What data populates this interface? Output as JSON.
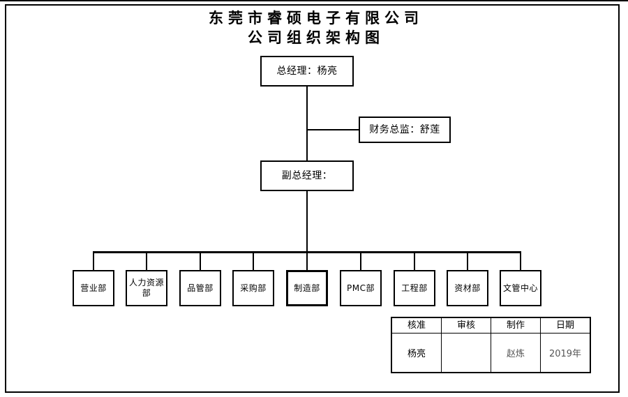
{
  "document": {
    "title_line1": "东莞市睿硕电子有限公司",
    "title_line2": "公司组织架构图"
  },
  "org_chart": {
    "type": "diagram",
    "nodes": [
      {
        "id": "gm",
        "label": "总经理：杨亮",
        "role": "总经理",
        "person": "杨亮",
        "level": 1,
        "emphasis": false
      },
      {
        "id": "cfo",
        "label": "财务总监：舒莲",
        "role": "财务总监",
        "person": "舒莲",
        "level": 2,
        "emphasis": false
      },
      {
        "id": "vgm",
        "label": "副总经理：",
        "role": "副总经理",
        "person": "",
        "level": 2,
        "emphasis": false
      }
    ],
    "departments": [
      {
        "id": "sales",
        "label": "营业部",
        "emphasis": false
      },
      {
        "id": "hr",
        "label": "人力资源部",
        "emphasis": false
      },
      {
        "id": "quality",
        "label": "品管部",
        "emphasis": false
      },
      {
        "id": "purchasing",
        "label": "采购部",
        "emphasis": false
      },
      {
        "id": "manufacturing",
        "label": "制造部",
        "emphasis": true
      },
      {
        "id": "pmc",
        "label": "PMC部",
        "emphasis": false
      },
      {
        "id": "engineering",
        "label": "工程部",
        "emphasis": false
      },
      {
        "id": "materials",
        "label": "资材部",
        "emphasis": false
      },
      {
        "id": "doc-center",
        "label": "文管中心",
        "emphasis": false
      }
    ],
    "edges": [
      {
        "from": "gm",
        "to": "cfo"
      },
      {
        "from": "gm",
        "to": "vgm"
      },
      {
        "from": "vgm",
        "to": "departments"
      }
    ]
  },
  "signoff_table": {
    "headers": [
      "核准",
      "审核",
      "制作",
      "日期"
    ],
    "row": [
      "杨亮",
      "",
      "赵炼",
      "2019年"
    ]
  },
  "colors": {
    "ink": "#000000",
    "paper": "#ffffff",
    "faded_ink": "#555555"
  }
}
